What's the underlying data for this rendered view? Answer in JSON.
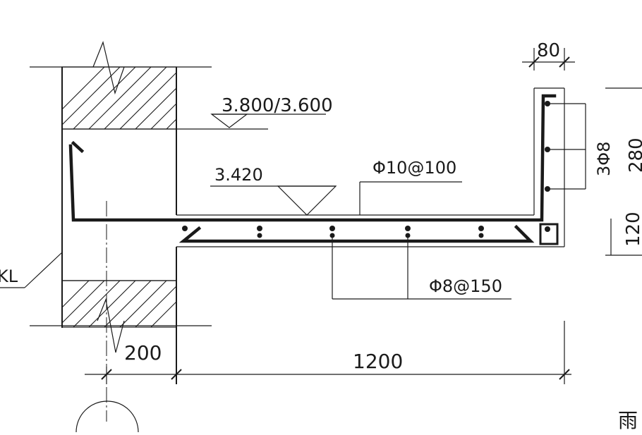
{
  "elevations": {
    "top": "3.800/3.600",
    "slab": "3.420"
  },
  "rebar": {
    "top_bars": "Φ10@100",
    "bottom_bars": "Φ8@150",
    "upturn_bars": "3Φ8"
  },
  "dimensions": {
    "wall_thickness": "200",
    "cantilever_length": "1200",
    "upturn_width": "80",
    "upturn_height": "280",
    "slab_thickness": "120"
  },
  "labels": {
    "beam": "KL",
    "edge_char": "雨"
  }
}
